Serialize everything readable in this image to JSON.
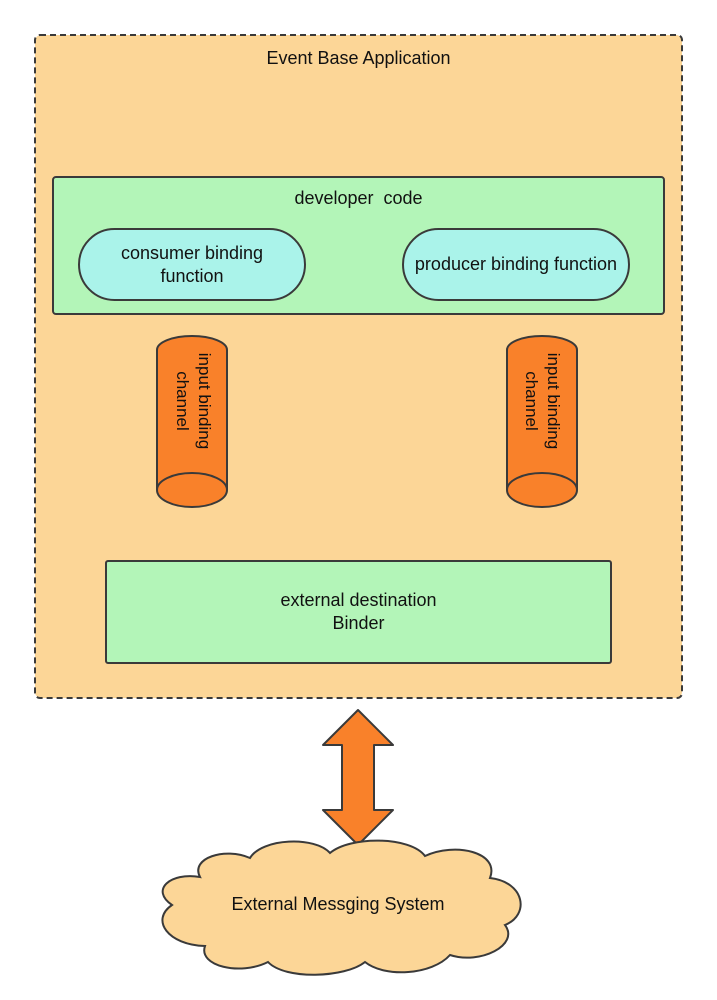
{
  "title": "Event Base Application",
  "developer_code": {
    "title": "developer  code",
    "consumer": [
      "consumer binding",
      "function"
    ],
    "producer": "producer binding function"
  },
  "channels": {
    "left": [
      "input binding",
      "channel"
    ],
    "right": [
      "input binding",
      "channel"
    ]
  },
  "binder": [
    "external destination",
    "Binder"
  ],
  "external_system": "External Messging System",
  "colors": {
    "app_fill": "#fcd697",
    "code_fill": "#b3f5b8",
    "function_fill": "#aaf3ea",
    "channel_fill": "#f9812a",
    "arrow_fill": "#f9812a",
    "cloud_fill": "#fcd697",
    "outline": "#3a3a3a"
  }
}
